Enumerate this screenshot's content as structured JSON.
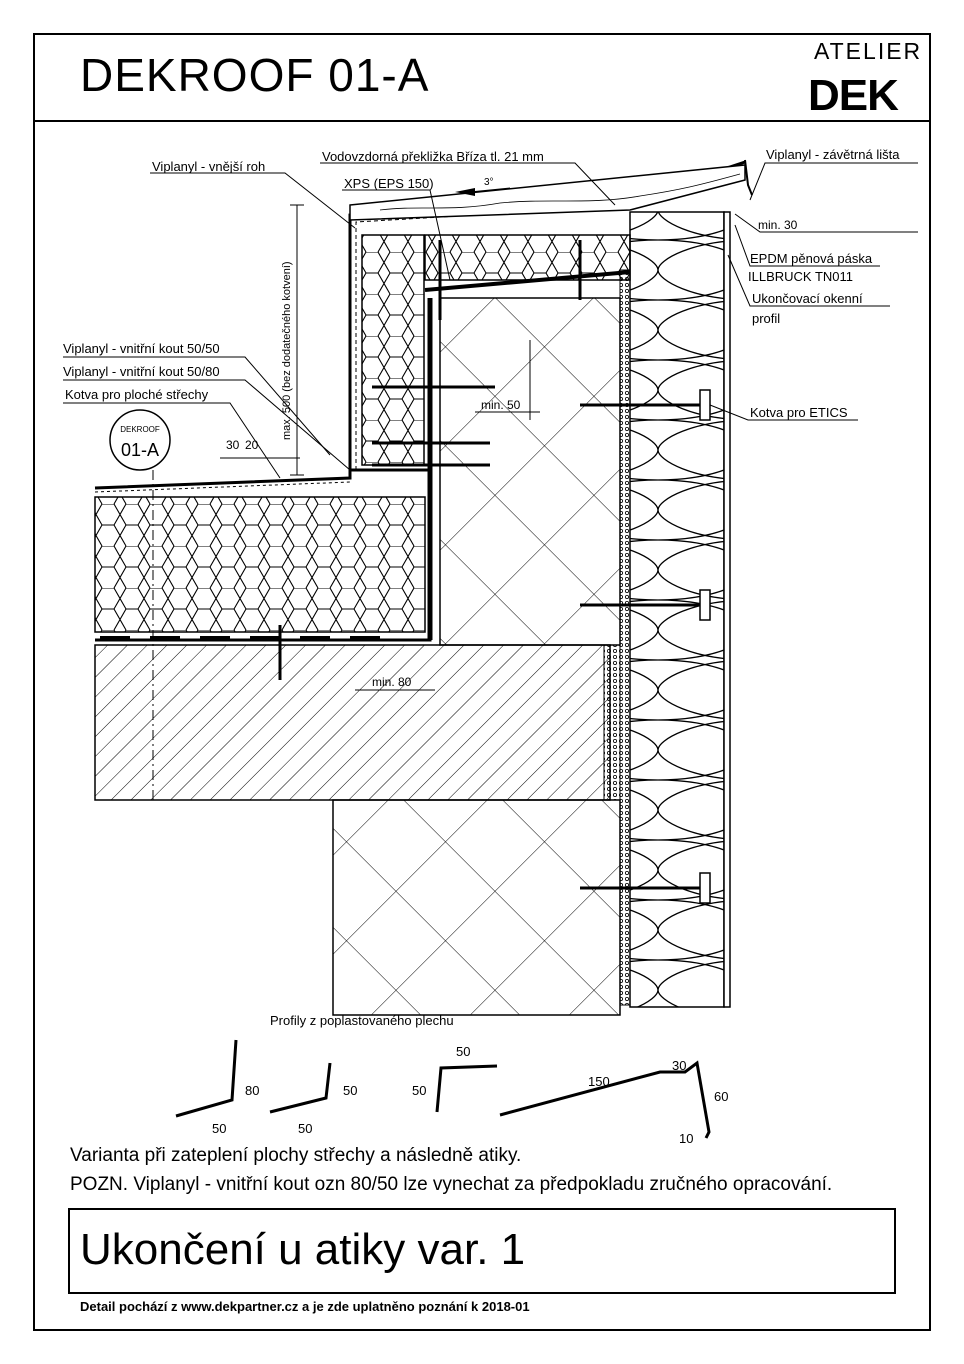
{
  "header": {
    "title": "DEKROOF 01-A",
    "logo_top": "ATELIER",
    "logo_bottom": "DEK"
  },
  "labels": {
    "l1": "Viplanyl - vnější roh",
    "l2": "Vodovzdorná překližka Bříza tl. 21 mm",
    "l3": "XPS (EPS 150)",
    "l4": "Viplanyl - závětrná lišta",
    "l5": "min. 30",
    "l6": "EPDM pěnová páska",
    "l7": "ILLBRUCK TN011",
    "l8": "Ukončovací okenní",
    "l9": "profil",
    "l10": "Viplanyl - vnitřní kout 50/50",
    "l11": "Viplanyl - vnitřní kout 50/80",
    "l12": "Kotva pro ploché střechy",
    "l13": "Kotva pro ETICS",
    "l14": "min. 50",
    "l15": "min. 80",
    "l16": "max. 500 (bez dodatečného kotvení)",
    "slope": "3°",
    "dim30": "30",
    "dim20": "20",
    "tag_top": "DEKROOF",
    "tag_bottom": "01-A"
  },
  "profiles": {
    "caption": "Profily z poplastovaného plechu",
    "p1a": "80",
    "p1b": "50",
    "p2a": "50",
    "p2b": "50",
    "p3a": "50",
    "p3b": "50",
    "p4a": "150",
    "p4b": "30",
    "p4c": "60",
    "p4d": "10"
  },
  "notes": {
    "line1": "Varianta při zateplení plochy střechy a následně atiky.",
    "line2": "POZN. Viplanyl - vnitřní kout ozn 80/50 lze vynechat za předpokladu zručného opracování."
  },
  "footer": {
    "title": "Ukončení u atiky var. 1",
    "source": "Detail pochází z www.dekpartner.cz a je zde uplatněno poznání k 2018-01"
  }
}
